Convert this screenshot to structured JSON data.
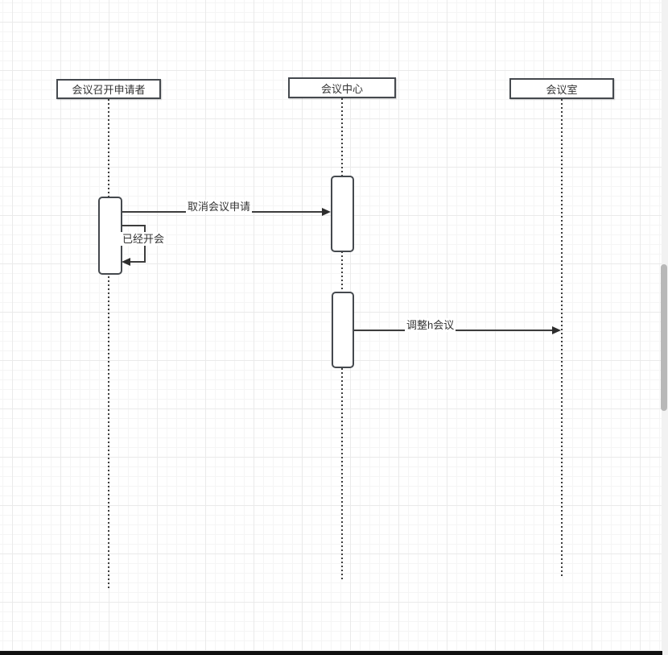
{
  "diagram": {
    "type": "uml-sequence",
    "participants": [
      {
        "label": "会议召开申请者"
      },
      {
        "label": "会议中心"
      },
      {
        "label": "会议室"
      }
    ],
    "messages": [
      {
        "label": "取消会议申请",
        "from": "会议召开申请者",
        "to": "会议中心",
        "kind": "solid-arrow"
      },
      {
        "label": "已经开会",
        "from": "会议召开申请者",
        "to": "会议召开申请者",
        "kind": "self-arrow"
      },
      {
        "label": "调整h会议",
        "from": "会议中心",
        "to": "会议室",
        "kind": "solid-arrow"
      }
    ],
    "colors": {
      "background": "#ffffff",
      "grid_minor": "#f5f5f5",
      "grid_major": "#eaeaea",
      "stroke": "#45494e",
      "line": "#3d3d3d",
      "text": "#333333",
      "scrollbar_thumb": "#b8b8b8",
      "scrollbar_track": "#f2f2f2"
    }
  }
}
